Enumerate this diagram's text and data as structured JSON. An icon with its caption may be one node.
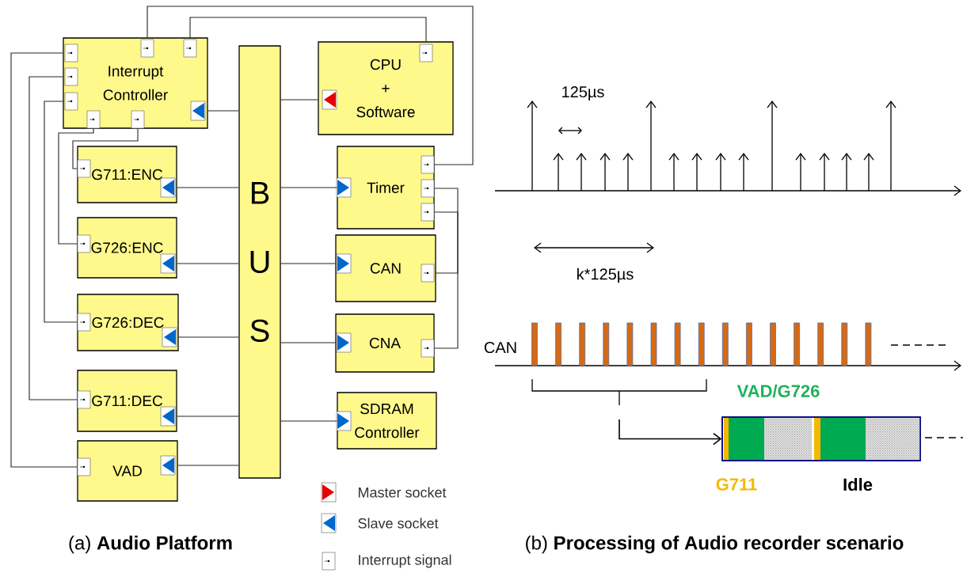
{
  "diagram": {
    "nodes": [
      {
        "text": [
          "Interrupt Controller"
        ]
      },
      {
        "text": [
          "B U S"
        ]
      },
      {
        "text": [
          "CPU + Software"
        ]
      },
      {
        "text": [
          "G711:ENC"
        ]
      },
      {
        "text": [
          "Timer"
        ]
      },
      {
        "text": [
          "G726:ENC"
        ]
      },
      {
        "text": [
          "CAN"
        ]
      },
      {
        "text": [
          "G726:DEC"
        ]
      },
      {
        "text": [
          "CNA"
        ]
      },
      {
        "text": [
          "G711:DEC"
        ]
      },
      {
        "text": [
          "SDRAM Controller"
        ]
      },
      {
        "text": [
          "VAD"
        ]
      },
      {
        "text": [],
        "shape": "bar",
        "beside": [
          "VAD/G726",
          "G711",
          "Idle"
        ]
      }
    ],
    "edges": [
      {
        "from": 1,
        "to": 0,
        "arrow": "none"
      },
      {
        "from": 1,
        "to": 2,
        "arrow": "none"
      },
      {
        "from": 1,
        "to": 3,
        "arrow": "none"
      },
      {
        "from": 1,
        "to": 4,
        "arrow": "none"
      },
      {
        "from": 1,
        "to": 5,
        "arrow": "none"
      },
      {
        "from": 1,
        "to": 6,
        "arrow": "none"
      },
      {
        "from": 1,
        "to": 7,
        "arrow": "none"
      },
      {
        "from": 1,
        "to": 8,
        "arrow": "none"
      },
      {
        "from": 1,
        "to": 9,
        "arrow": "none"
      },
      {
        "from": 1,
        "to": 10,
        "arrow": "none"
      },
      {
        "from": 1,
        "to": 11,
        "arrow": "none"
      },
      {
        "from": 0,
        "to": 11,
        "arrow": "none"
      },
      {
        "from": 0,
        "to": 9,
        "arrow": "none"
      },
      {
        "from": 0,
        "to": 7,
        "arrow": "none"
      },
      {
        "from": 0,
        "to": 5,
        "arrow": "none"
      },
      {
        "from": 0,
        "to": 3,
        "arrow": "none"
      },
      {
        "from": 0,
        "to": 4,
        "arrow": "none"
      },
      {
        "from": 0,
        "to": 2,
        "arrow": "none"
      },
      {
        "from": 4,
        "to": 6,
        "arrow": "none"
      },
      {
        "from": 4,
        "to": 8,
        "arrow": "none"
      },
      {
        "from": null,
        "to": 12,
        "arrow": "to"
      }
    ],
    "labels": [
      "125µs",
      "k*125µs",
      "CAN",
      "(a) **Audio Platform**",
      "(b) **Processing of Audio recorder scenario**"
    ],
    "legend": [
      {
        "text": "Master socket"
      },
      {
        "text": "Slave socket"
      },
      {
        "text": "Interrupt signal"
      }
    ]
  }
}
